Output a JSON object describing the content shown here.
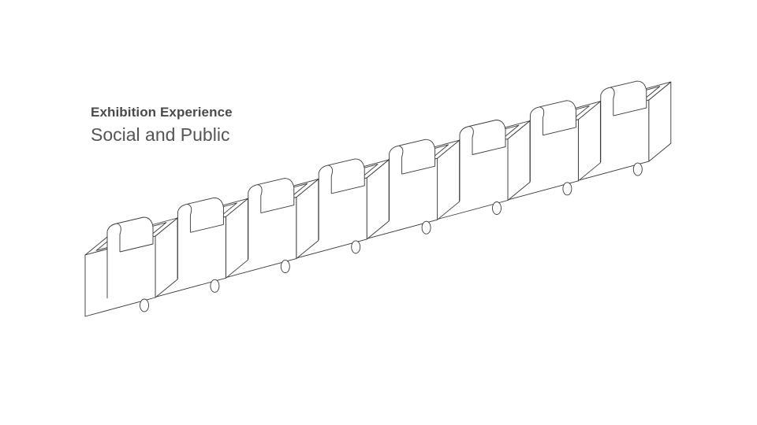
{
  "header": {
    "heading": "Exhibition Experience",
    "subheading": "Social and Public"
  },
  "diagram": {
    "unit_count": 8,
    "stroke_color": "#3a3a3a",
    "background_color": "#ffffff"
  }
}
